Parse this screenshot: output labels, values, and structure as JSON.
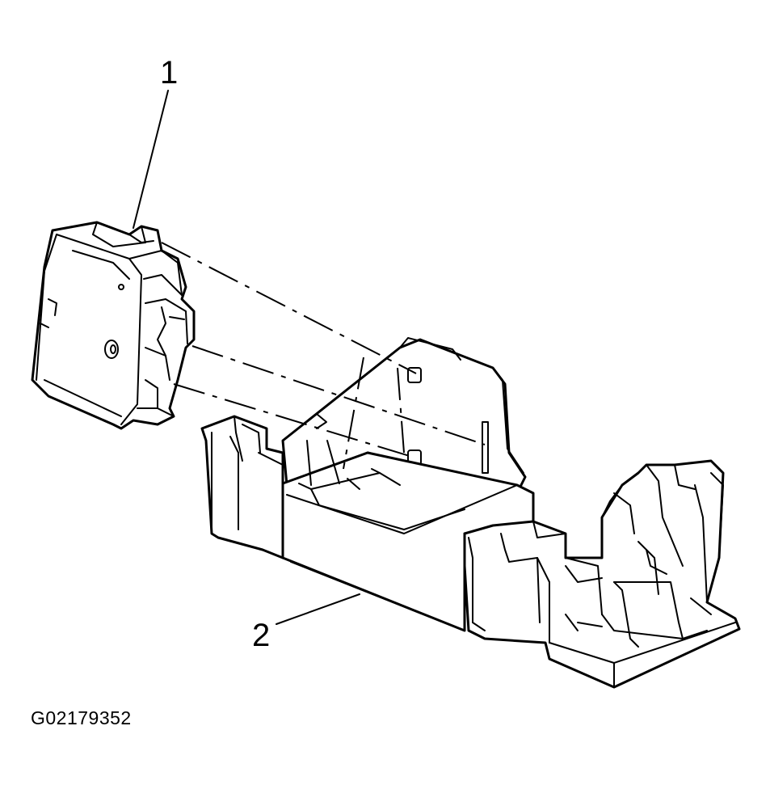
{
  "callouts": [
    {
      "id": "1",
      "text": "1"
    },
    {
      "id": "2",
      "text": "2"
    }
  ],
  "figure_code": "G02179352",
  "colors": {
    "line": "#000000",
    "background": "#ffffff"
  }
}
